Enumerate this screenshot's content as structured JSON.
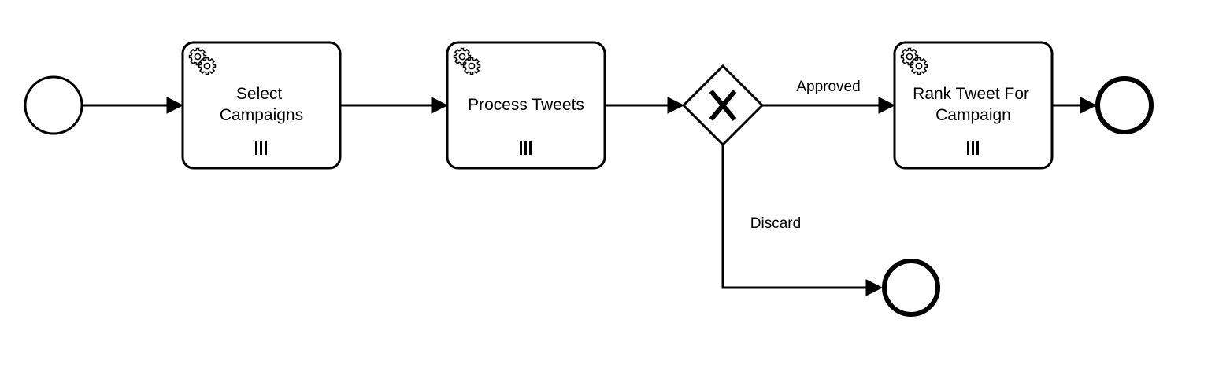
{
  "diagram": {
    "tasks": [
      {
        "id": "select",
        "lines": [
          "Select",
          "Campaigns"
        ],
        "icon": "gear-icon",
        "marker": "parallel-multi-instance-icon"
      },
      {
        "id": "process",
        "lines": [
          "Process Tweets"
        ],
        "icon": "gear-icon",
        "marker": "parallel-multi-instance-icon"
      },
      {
        "id": "rank",
        "lines": [
          "Rank Tweet For",
          "Campaign"
        ],
        "icon": "gear-icon",
        "marker": "parallel-multi-instance-icon"
      }
    ],
    "gateway": {
      "type": "exclusive",
      "icon": "exclusive-gateway-x-icon"
    },
    "flows": {
      "approved_label": "Approved",
      "discard_label": "Discard"
    },
    "events": {
      "start": "start-event",
      "end_approved": "end-event",
      "end_discard": "end-event"
    }
  }
}
